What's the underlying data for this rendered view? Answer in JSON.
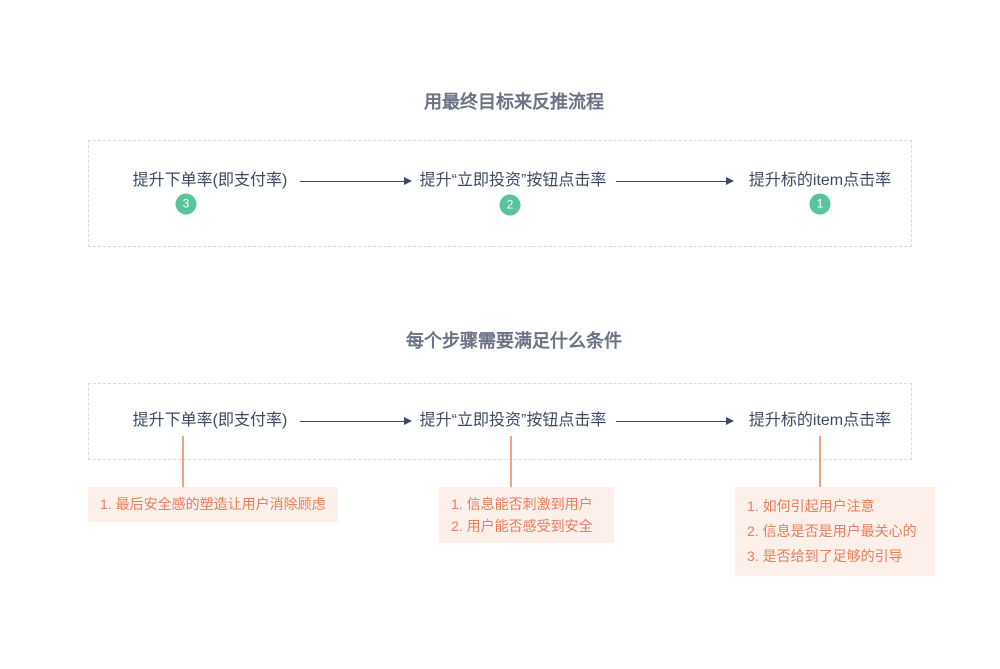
{
  "colors": {
    "badge_green": "#59c49b",
    "node_text": "#3d4a63",
    "title_text": "#6b7386",
    "note_text": "#e87e5b",
    "note_bg": "#fdefe9",
    "connector_orange": "#f2a183",
    "dashed_border": "#d9d9d9"
  },
  "section1": {
    "title": "用最终目标来反推流程",
    "nodes": [
      {
        "label": "提升下单率(即支付率)",
        "badge": "3"
      },
      {
        "label": "提升“立即投资”按钮点击率",
        "badge": "2"
      },
      {
        "label": "提升标的item点击率",
        "badge": "1"
      }
    ]
  },
  "section2": {
    "title": "每个步骤需要满足什么条件",
    "nodes": [
      {
        "label": "提升下单率(即支付率)",
        "notes": [
          "1. 最后安全感的塑造让用户消除顾虑"
        ]
      },
      {
        "label": "提升“立即投资”按钮点击率",
        "notes": [
          "1. 信息能否刺激到用户",
          "2. 用户能否感受到安全"
        ]
      },
      {
        "label": "提升标的item点击率",
        "notes": [
          "1. 如何引起用户注意",
          "2. 信息是否是用户最关心的",
          "3. 是否给到了足够的引导"
        ]
      }
    ]
  }
}
